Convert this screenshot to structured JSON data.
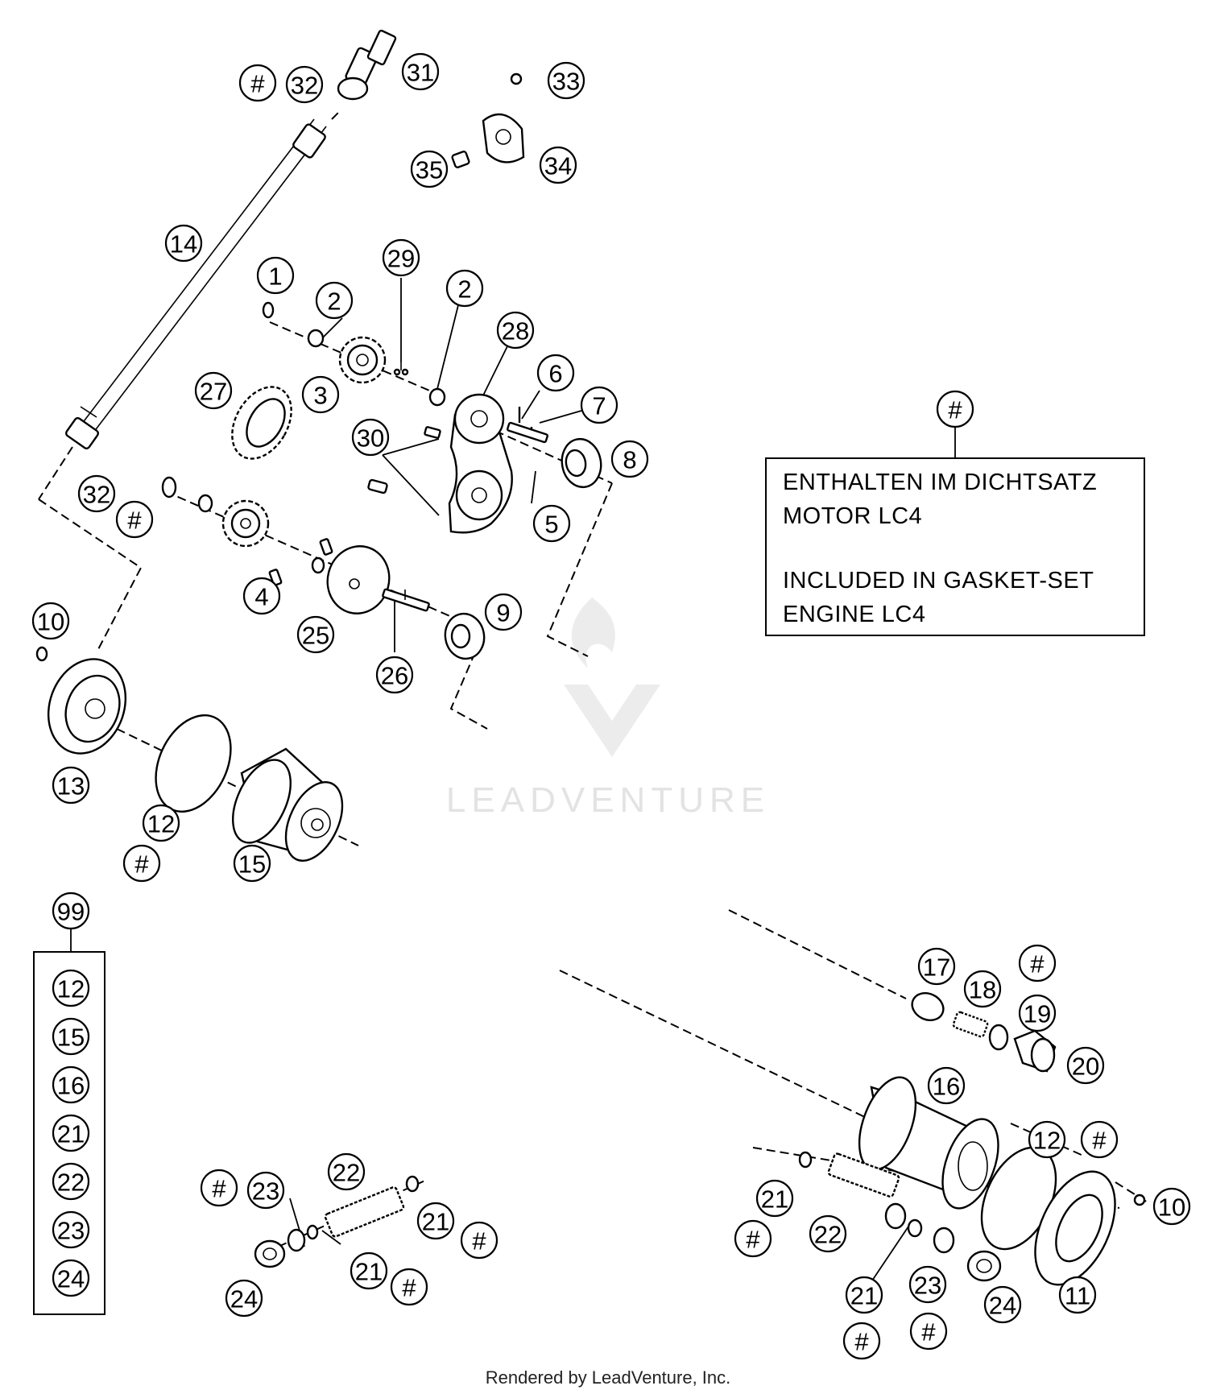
{
  "note_box": {
    "callout": "#",
    "lines": [
      "ENTHALTEN IM DICHTSATZ",
      "MOTOR LC4",
      "INCLUDED IN GASKET-SET",
      "ENGINE LC4"
    ]
  },
  "kit": {
    "label": "99",
    "items": [
      "12",
      "15",
      "16",
      "21",
      "22",
      "23",
      "24"
    ]
  },
  "callouts": [
    {
      "id": "c-hash-top",
      "label": "#"
    },
    {
      "id": "c-32-top",
      "label": "32"
    },
    {
      "id": "c-31",
      "label": "31"
    },
    {
      "id": "c-33",
      "label": "33"
    },
    {
      "id": "c-34",
      "label": "34"
    },
    {
      "id": "c-35",
      "label": "35"
    },
    {
      "id": "c-14",
      "label": "14"
    },
    {
      "id": "c-1",
      "label": "1"
    },
    {
      "id": "c-2a",
      "label": "2"
    },
    {
      "id": "c-29",
      "label": "29"
    },
    {
      "id": "c-2b",
      "label": "2"
    },
    {
      "id": "c-28",
      "label": "28"
    },
    {
      "id": "c-6",
      "label": "6"
    },
    {
      "id": "c-3",
      "label": "3"
    },
    {
      "id": "c-27",
      "label": "27"
    },
    {
      "id": "c-7",
      "label": "7"
    },
    {
      "id": "c-30",
      "label": "30"
    },
    {
      "id": "c-8",
      "label": "8"
    },
    {
      "id": "c-5",
      "label": "5"
    },
    {
      "id": "c-32-mid",
      "label": "32"
    },
    {
      "id": "c-hash-mid",
      "label": "#"
    },
    {
      "id": "c-4",
      "label": "4"
    },
    {
      "id": "c-25",
      "label": "25"
    },
    {
      "id": "c-9",
      "label": "9"
    },
    {
      "id": "c-10-left",
      "label": "10"
    },
    {
      "id": "c-26",
      "label": "26"
    },
    {
      "id": "c-13",
      "label": "13"
    },
    {
      "id": "c-12-left",
      "label": "12"
    },
    {
      "id": "c-hash-left",
      "label": "#"
    },
    {
      "id": "c-15",
      "label": "15"
    },
    {
      "id": "c-17",
      "label": "17"
    },
    {
      "id": "c-hash-17",
      "label": "#"
    },
    {
      "id": "c-18",
      "label": "18"
    },
    {
      "id": "c-19",
      "label": "19"
    },
    {
      "id": "c-20",
      "label": "20"
    },
    {
      "id": "c-16",
      "label": "16"
    },
    {
      "id": "c-12-right",
      "label": "12"
    },
    {
      "id": "c-hash-12r",
      "label": "#"
    },
    {
      "id": "c-10-right",
      "label": "10"
    },
    {
      "id": "c-21-r1",
      "label": "21"
    },
    {
      "id": "c-hash-21r1",
      "label": "#"
    },
    {
      "id": "c-22-right",
      "label": "22"
    },
    {
      "id": "c-11",
      "label": "11"
    },
    {
      "id": "c-21-r2",
      "label": "21"
    },
    {
      "id": "c-hash-21r2",
      "label": "#"
    },
    {
      "id": "c-23-right",
      "label": "23"
    },
    {
      "id": "c-hash-23r",
      "label": "#"
    },
    {
      "id": "c-24-right",
      "label": "24"
    },
    {
      "id": "c-hash-23l",
      "label": "#"
    },
    {
      "id": "c-23-left",
      "label": "23"
    },
    {
      "id": "c-22-left",
      "label": "22"
    },
    {
      "id": "c-21-l1",
      "label": "21"
    },
    {
      "id": "c-hash-21l1",
      "label": "#"
    },
    {
      "id": "c-21-l2",
      "label": "21"
    },
    {
      "id": "c-hash-21l2",
      "label": "#"
    },
    {
      "id": "c-24-left",
      "label": "24"
    }
  ],
  "watermark": "LEADVENTURE",
  "footer": "Rendered by LeadVenture, Inc."
}
